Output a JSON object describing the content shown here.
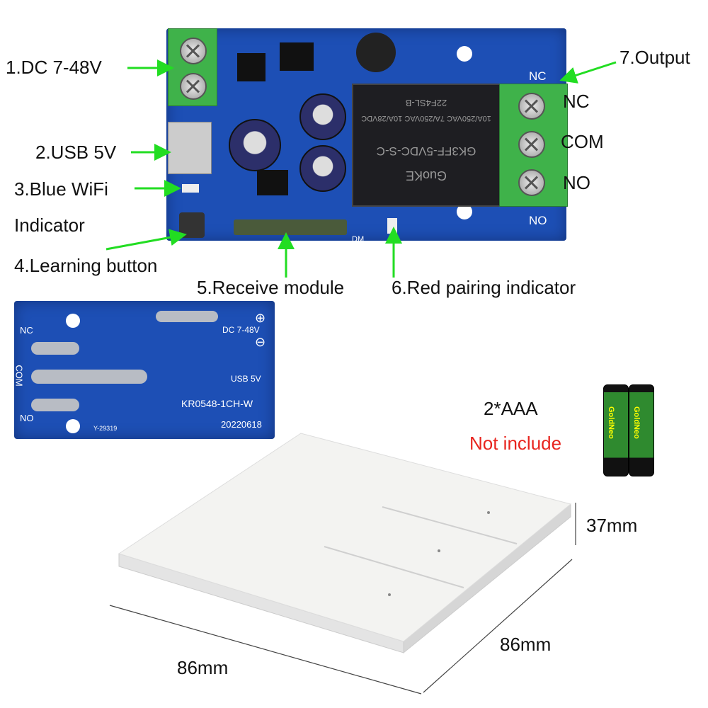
{
  "callouts": {
    "dc": "1.DC 7-48V",
    "usb": "2.USB 5V",
    "wifi_line1": "3.Blue WiFi",
    "wifi_line2": "Indicator",
    "learn": "4.Learning button",
    "receive": "5.Receive module",
    "red": "6.Red pairing indicator",
    "output": "7.Output",
    "nc": "NC",
    "com": "COM",
    "no": "NO"
  },
  "front_pcb": {
    "nc": "NC",
    "no": "NO",
    "dm": "DM",
    "relay_lines": [
      "22F4SL-B",
      "10A/250VAC 7A/250VAC 10A/28VDC",
      "GK3FF-5VDC-S-C",
      "GuoKE"
    ]
  },
  "back_pcb": {
    "nc": "NC",
    "com": "COM",
    "no": "NO",
    "dc": "DC 7-48V",
    "plus": "⊕",
    "minus": "⊖",
    "usb": "USB 5V",
    "model": "KR0548-1CH-W",
    "date": "20220618",
    "code": "Y-29319"
  },
  "battery": {
    "count": "2*AAA",
    "note": "Not include",
    "brand": "GoldNeo",
    "note_color": "#e8251f"
  },
  "dimensions": {
    "height": "37mm",
    "depth": "86mm",
    "width": "86mm"
  },
  "colors": {
    "arrow": "#22dd22",
    "pcb": "#1d4fb5"
  }
}
